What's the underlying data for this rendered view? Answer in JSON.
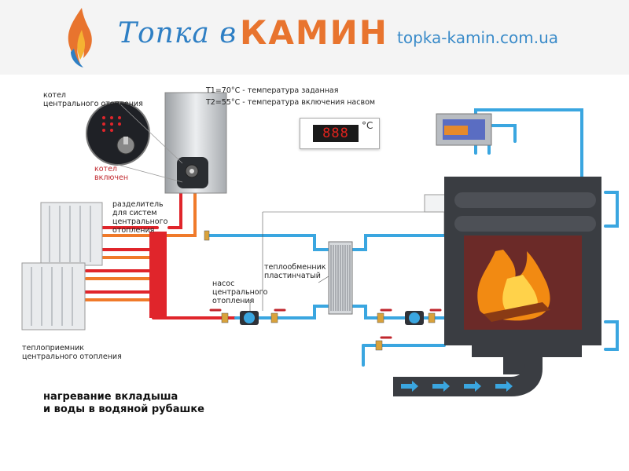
{
  "header": {
    "logo_script": "Топка в",
    "logo_bold": "КАМИН",
    "url": "topka-kamin.com.ua"
  },
  "labels": {
    "boiler": "котел\nцентрального отопления",
    "boiler_on": "котел\nвключен",
    "t1": "T1=70°С - температура заданная",
    "t2": "T2=55°С - температура включения насвом",
    "splitter": "разделитель\nдля систем\nцентрального\nотопления",
    "heat_exchanger": "теплообменник\nпластинчатый",
    "pump": "насос\nцентрального\nотопления",
    "radiator": "теплоприемник\nцентрального отопления",
    "caption": "нагревание вкладыша\nи воды в водяной рубашке"
  },
  "thermostat": {
    "display": "888",
    "unit": "°C"
  },
  "colors": {
    "hot_pipe": "#e0252b",
    "warm_pipe": "#f07a2a",
    "cold_pipe": "#3aa6e0",
    "logo_blue": "#2e7fc4",
    "logo_orange": "#e8742e",
    "firebox": "#3a3d42",
    "fire": "#f28a12"
  }
}
